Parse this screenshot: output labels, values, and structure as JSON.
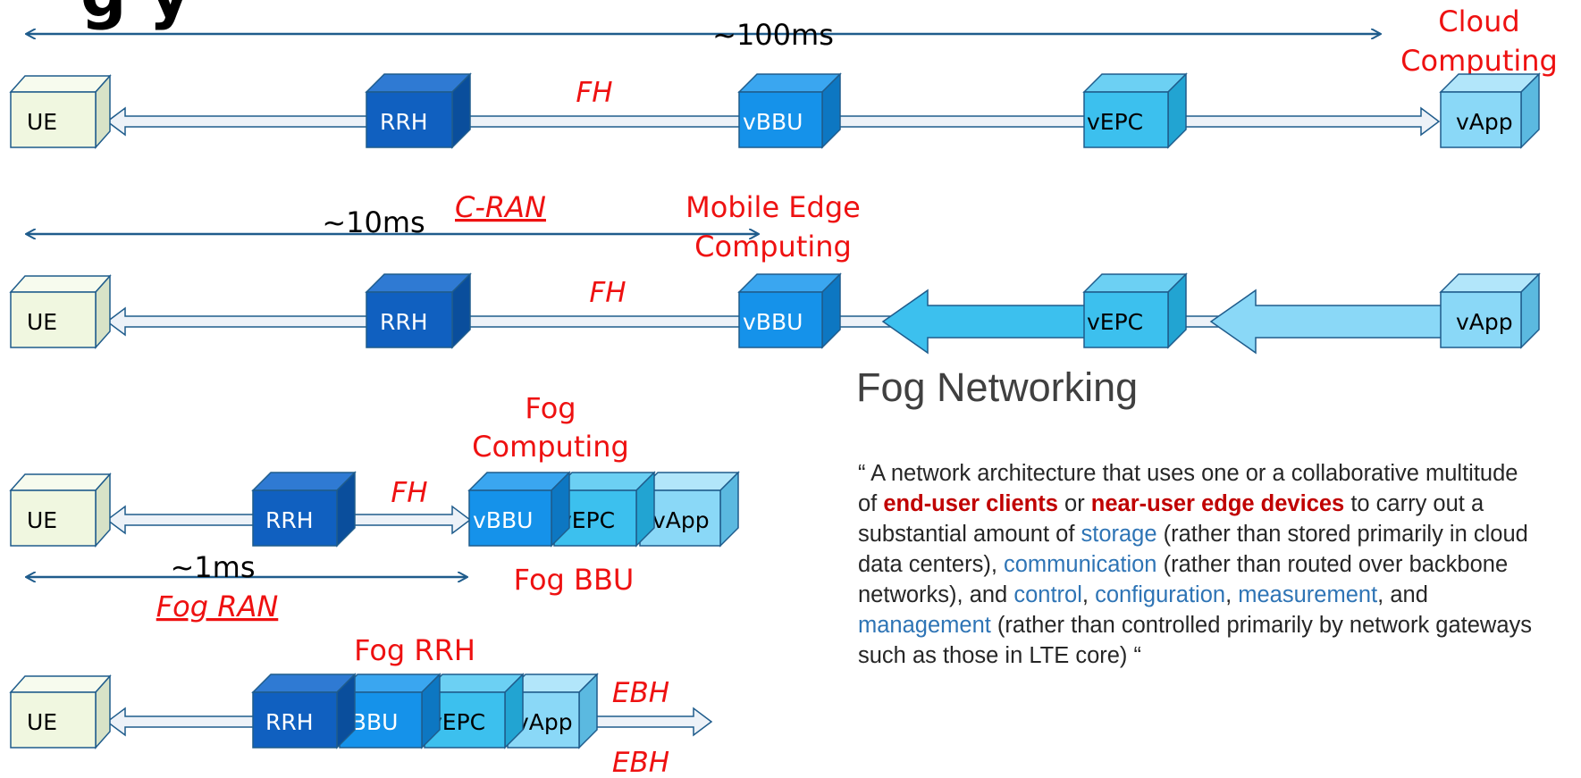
{
  "colors": {
    "red_label": "#ee1111",
    "timing": "#1f5c8c",
    "ue": "#f0f7e0",
    "rrh": "#1060c0",
    "vbbu": "#1592ea",
    "vepc": "#3cc0ee",
    "vapp": "#8ad8f7"
  },
  "header": {
    "title_fragment": "g  y"
  },
  "rows": [
    {
      "blocks": {
        "ue": "UE",
        "rrh": "RRH",
        "vbbu": "vBBU",
        "vepc": "vEPC",
        "vapp": "vApp"
      },
      "fh": "FH",
      "latency": "~100ms",
      "paradigm": [
        "Cloud",
        "Computing"
      ]
    },
    {
      "blocks": {
        "ue": "UE",
        "rrh": "RRH",
        "vbbu": "vBBU",
        "vepc": "vEPC",
        "vapp": "vApp"
      },
      "fh": "FH",
      "latency": "~10ms",
      "ran": "C-RAN",
      "paradigm": [
        "Mobile Edge",
        "Computing"
      ]
    },
    {
      "blocks": {
        "ue": "UE",
        "rrh": "RRH",
        "vbbu": "vBBU",
        "vepc": "vEPC",
        "vapp": "vApp"
      },
      "fh": "FH",
      "latency": "~1ms",
      "ran": "Fog RAN",
      "paradigm": [
        "Fog",
        "Computing"
      ],
      "fog_bbu": "Fog BBU"
    },
    {
      "blocks": {
        "ue": "UE",
        "rrh": "RRH",
        "vbbu": "vBBU",
        "vepc": "vEPC",
        "vapp": "vApp"
      },
      "fog_rrh": "Fog RRH",
      "ebh_top": "EBH",
      "ebh_bottom": "EBH"
    }
  ],
  "fog_networking": {
    "heading": "Fog Networking",
    "definition": {
      "t1": "“ A network architecture that uses one or a collaborative multitude of ",
      "h1": "end-user clients",
      "t2": " or ",
      "h2": "near-user edge devices",
      "t3": " to carry out a substantial amount of ",
      "k1": "storage",
      "t4": " (rather than stored primarily in cloud data centers), ",
      "k2": "communication",
      "t5": " (rather than routed over backbone networks), and ",
      "k3": "control",
      "t6": ", ",
      "k4": "configuration",
      "t7": ", ",
      "k5": "measurement",
      "t8": ", and ",
      "k6": "management",
      "t9": " (rather than controlled primarily by network gateways such as those in LTE core) “"
    }
  }
}
